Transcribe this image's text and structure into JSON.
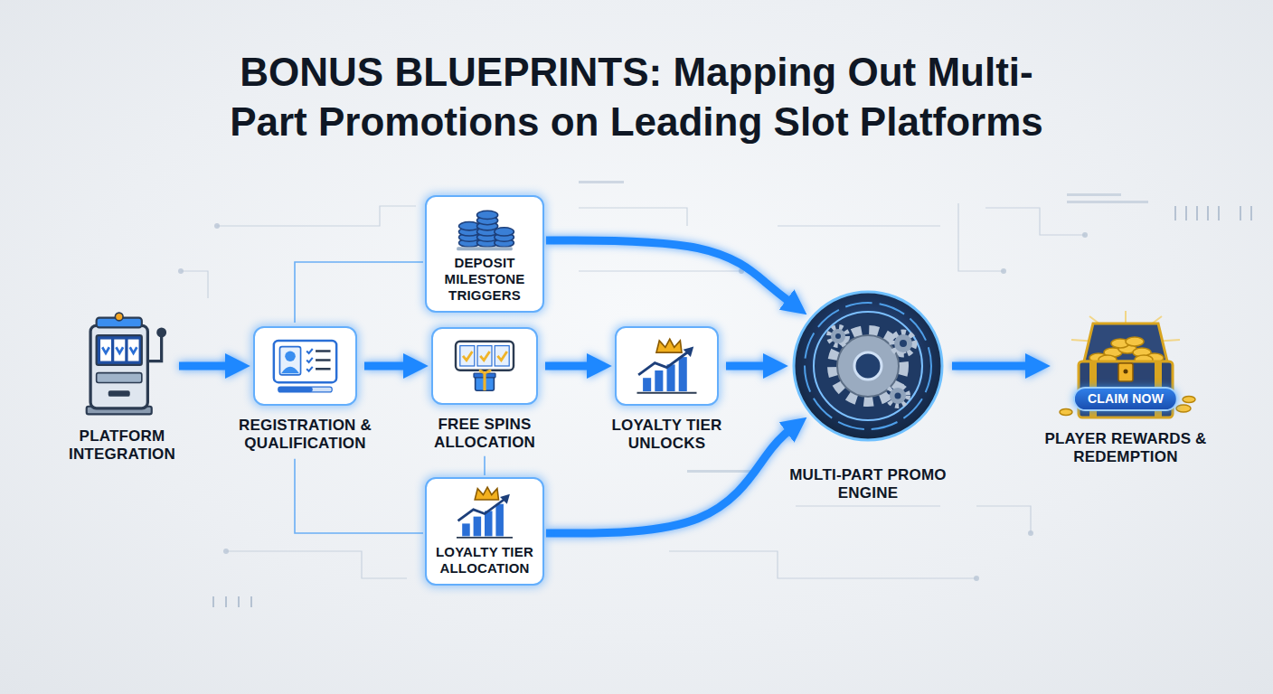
{
  "diagram": {
    "title": "BONUS BLUEPRINTS: Mapping Out Multi-Part Promotions on Leading Slot Platforms",
    "nodes": [
      {
        "text": [
          "PLATFORM INTEGRATION"
        ]
      },
      {
        "text": [
          "REGISTRATION & QUALIFICATION"
        ]
      },
      {
        "text": [
          "DEPOSIT MILESTONE TRIGGERS"
        ]
      },
      {
        "text": [
          "FREE SPINS ALLOCATION"
        ]
      },
      {
        "text": [
          "LOYALTY TIER UNLOCKS"
        ]
      },
      {
        "text": [
          "LOYALTY TIER ALLOCATION"
        ]
      },
      {
        "text": [
          "MULTI-PART PROMO ENGINE"
        ]
      },
      {
        "text": [
          "PLAYER REWARDS & REDEMPTION"
        ]
      },
      {
        "text": [
          "CLAIM NOW"
        ],
        "in": 7
      }
    ],
    "edges": [
      {
        "from": 0,
        "to": 1,
        "arrow": "to"
      },
      {
        "from": 1,
        "to": 3,
        "arrow": "to"
      },
      {
        "from": 3,
        "to": 4,
        "arrow": "to"
      },
      {
        "from": 4,
        "to": 6,
        "arrow": "to"
      },
      {
        "from": 6,
        "to": 7,
        "arrow": "to"
      },
      {
        "from": 2,
        "to": 6,
        "arrow": "to"
      },
      {
        "from": 5,
        "to": 6,
        "arrow": "to"
      },
      {
        "from": 1,
        "to": 2,
        "arrow": "none"
      },
      {
        "from": 1,
        "to": 5,
        "arrow": "none"
      },
      {
        "from": 3,
        "to": 5,
        "arrow": "none"
      }
    ]
  }
}
